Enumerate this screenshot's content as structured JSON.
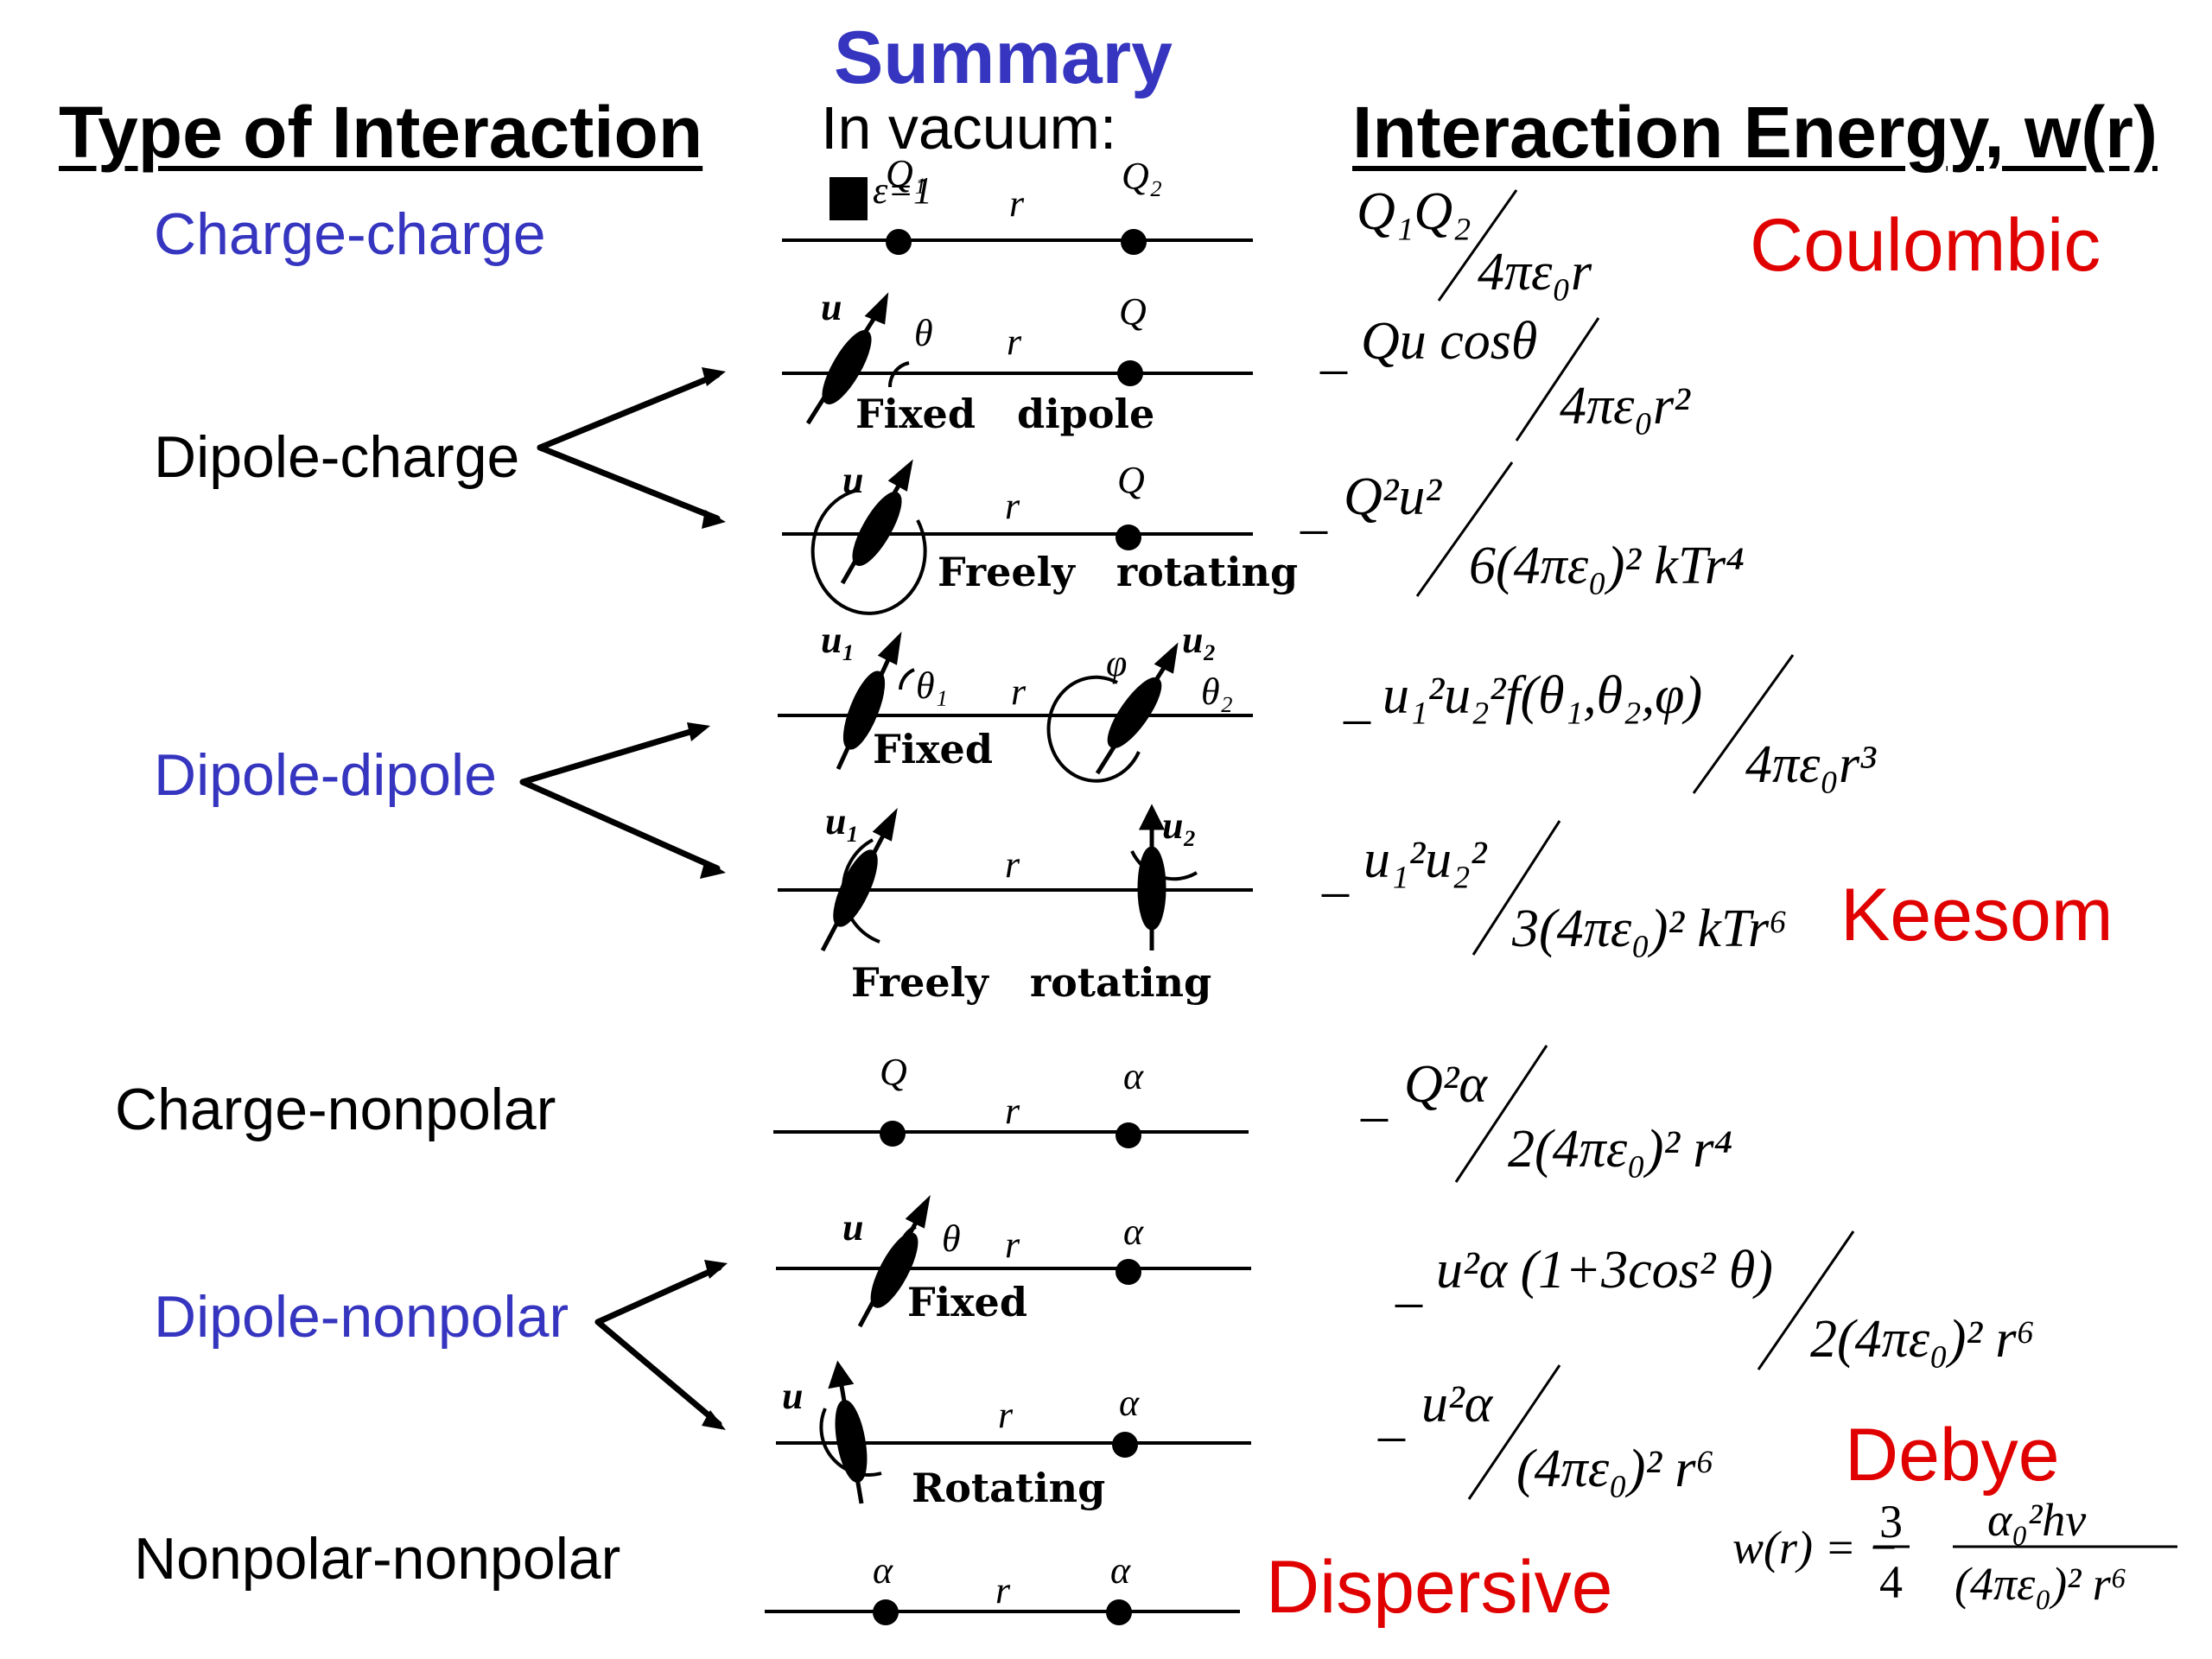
{
  "title": "Summary",
  "subtitle": "In vacuum:",
  "headers": {
    "type": "Type of Interaction",
    "energy": "Interaction Energy, w(r)"
  },
  "rows": [
    {
      "label": "Charge-charge"
    },
    {
      "label": "Dipole-charge"
    },
    {
      "label": "Dipole-dipole"
    },
    {
      "label": "Charge-nonpolar"
    },
    {
      "label": "Dipole-nonpolar"
    },
    {
      "label": "Nonpolar-nonpolar"
    }
  ],
  "names": {
    "coulombic": "Coulombic",
    "keesom": "Keesom",
    "debye": "Debye",
    "dispersive": "Dispersive"
  },
  "diagrams": {
    "cc": {
      "q1": "Q₁",
      "q2": "Q₂",
      "r": "r",
      "eps": "ε=1"
    },
    "dcf": {
      "u": "u",
      "theta": "θ",
      "r": "r",
      "q": "Q",
      "caption": "Fixed   dipole"
    },
    "dcr": {
      "u": "u",
      "r": "r",
      "q": "Q",
      "caption": "Freely   rotating"
    },
    "ddf": {
      "u1": "u₁",
      "theta1": "θ₁",
      "r": "r",
      "phi": "φ",
      "u2": "u₂",
      "theta2": "θ₂",
      "caption": "Fixed"
    },
    "ddr": {
      "u1": "u₁",
      "r": "r",
      "u2": "u₂",
      "caption": "Freely   rotating"
    },
    "cn": {
      "q": "Q",
      "r": "r",
      "a": "α"
    },
    "dnf": {
      "u": "u",
      "theta": "θ",
      "r": "r",
      "a": "α",
      "caption": "Fixed"
    },
    "dnr": {
      "u": "u",
      "r": "r",
      "a": "α",
      "caption": "Rotating"
    },
    "nn": {
      "a1": "α",
      "r": "r",
      "a2": "α"
    }
  },
  "formulas": {
    "f1": {
      "num": "Q₁Q₂",
      "den": "4πε₀r"
    },
    "f2": {
      "sign": "_",
      "num": "Qu cosθ",
      "den": "4πε₀r²"
    },
    "f3": {
      "sign": "_",
      "num": "Q²u²",
      "den": "6(4πε₀)² kTr⁴"
    },
    "f4": {
      "sign": "_",
      "num": "u₁²u₂²f(θ₁,θ₂,φ)",
      "den": "4πε₀r³"
    },
    "f5": {
      "sign": "_",
      "num": "u₁²u₂²",
      "den": "3(4πε₀)² kTr⁶"
    },
    "f6": {
      "sign": "_",
      "num": "Q²α",
      "den": "2(4πε₀)² r⁴"
    },
    "f7": {
      "sign": "_",
      "num": "u²α (1+3cos² θ)",
      "den": "2(4πε₀)² r⁶"
    },
    "f8": {
      "sign": "_",
      "num": "u²α",
      "den": "(4πε₀)² r⁶"
    },
    "f9": {
      "lhs": "w(r) = −",
      "cnum": "3",
      "cden": "4",
      "num": "α₀²hν",
      "den": "(4πε₀)² r⁶"
    }
  }
}
